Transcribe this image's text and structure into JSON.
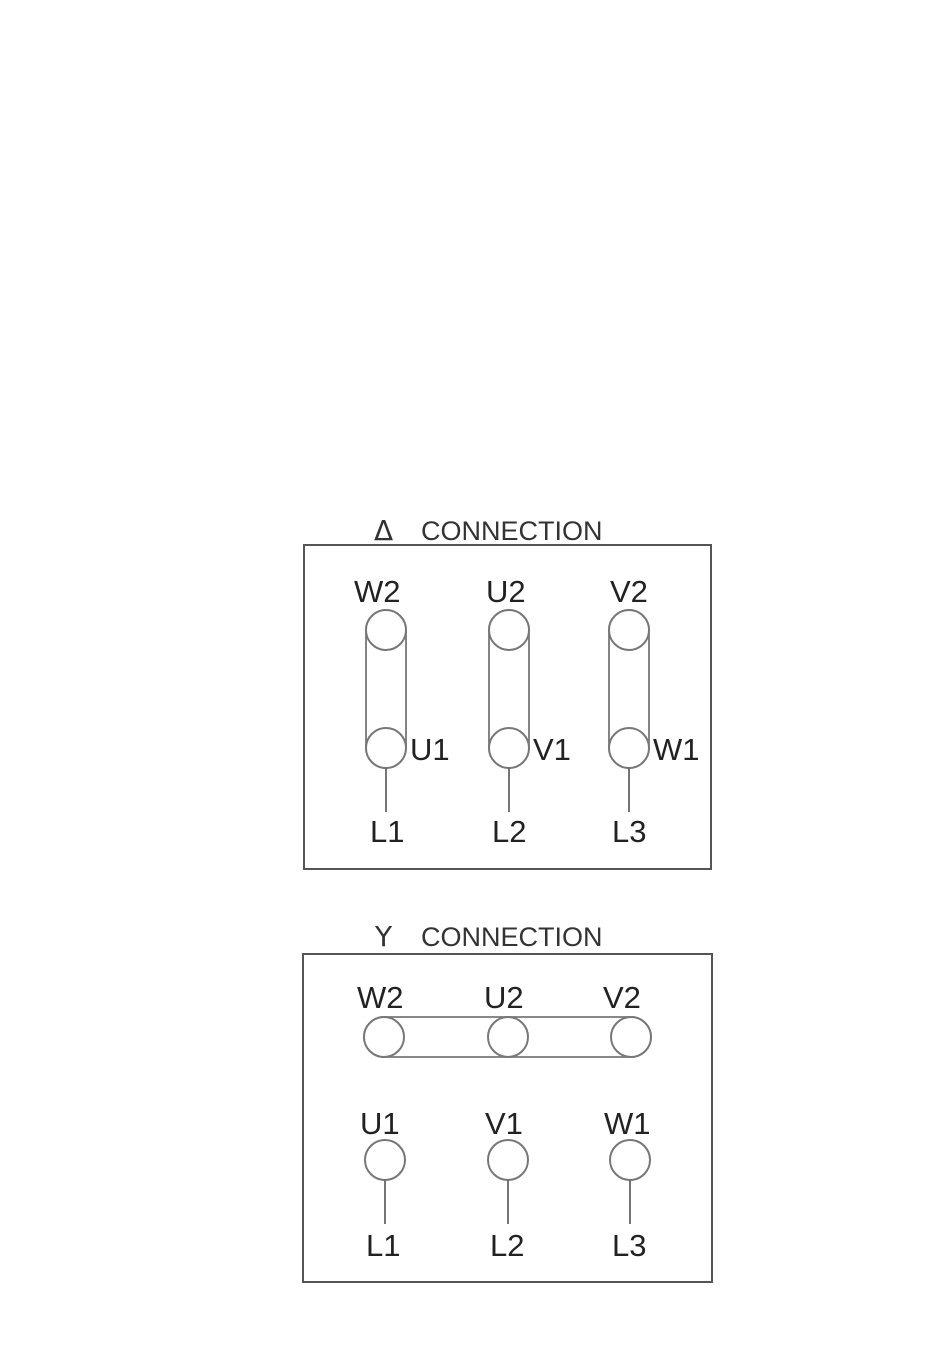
{
  "delta": {
    "symbol": "Δ",
    "title": "CONNECTION",
    "top_terminals": [
      "W2",
      "U2",
      "V2"
    ],
    "bottom_terminals": [
      "U1",
      "V1",
      "W1"
    ],
    "lines": [
      "L1",
      "L2",
      "L3"
    ]
  },
  "star": {
    "symbol": "Y",
    "title": "CONNECTION",
    "top_terminals": [
      "W2",
      "U2",
      "V2"
    ],
    "bottom_terminals": [
      "U1",
      "V1",
      "W1"
    ],
    "lines": [
      "L1",
      "L2",
      "L3"
    ]
  }
}
